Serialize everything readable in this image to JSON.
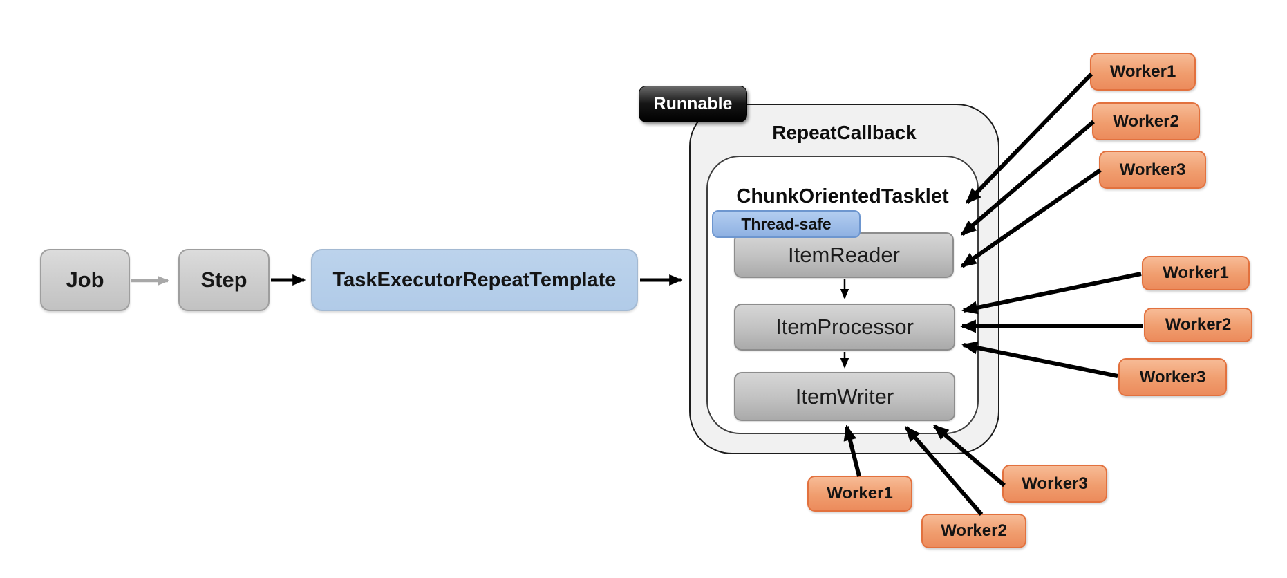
{
  "flow": {
    "job": "Job",
    "step": "Step",
    "task_executor": "TaskExecutorRepeatTemplate"
  },
  "container": {
    "runnable": "Runnable",
    "repeat_callback": "RepeatCallback",
    "tasklet": "ChunkOrientedTasklet",
    "thread_safe": "Thread-safe",
    "chunk_steps": [
      "ItemReader",
      "ItemProcessor",
      "ItemWriter"
    ]
  },
  "workers": {
    "reader_group": [
      "Worker1",
      "Worker2",
      "Worker3"
    ],
    "processor_group": [
      "Worker1",
      "Worker2",
      "Worker3"
    ],
    "writer_group": [
      "Worker1",
      "Worker2",
      "Worker3"
    ]
  },
  "colors": {
    "worker_fill": "#F09D6E",
    "worker_border": "#E2713E",
    "blue_box_fill": "#B1CBE8",
    "thread_safe_fill": "#8FB1E2",
    "thread_safe_border": "#6D96CF",
    "gray_box_fill": "#C9C9C9",
    "chunk_box_fill": "#BFBFBF",
    "outer_container_fill": "#F1F1F1",
    "inner_container_fill": "#FFFFFF",
    "runnable_fill": "#000000",
    "runnable_text": "#FFFFFF",
    "arrow_black": "#000000",
    "arrow_gray": "#A8A8A8"
  }
}
